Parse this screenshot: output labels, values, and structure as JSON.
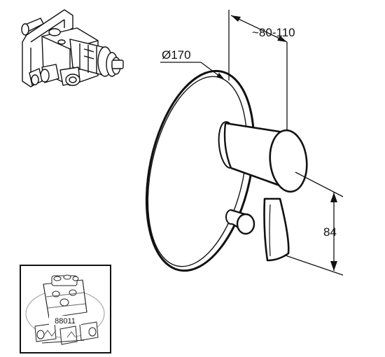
{
  "drawing": {
    "diameter_label": "Ø170",
    "projection_label": "~80-110",
    "height_label": "84",
    "rough_in_part_number": "88011"
  }
}
